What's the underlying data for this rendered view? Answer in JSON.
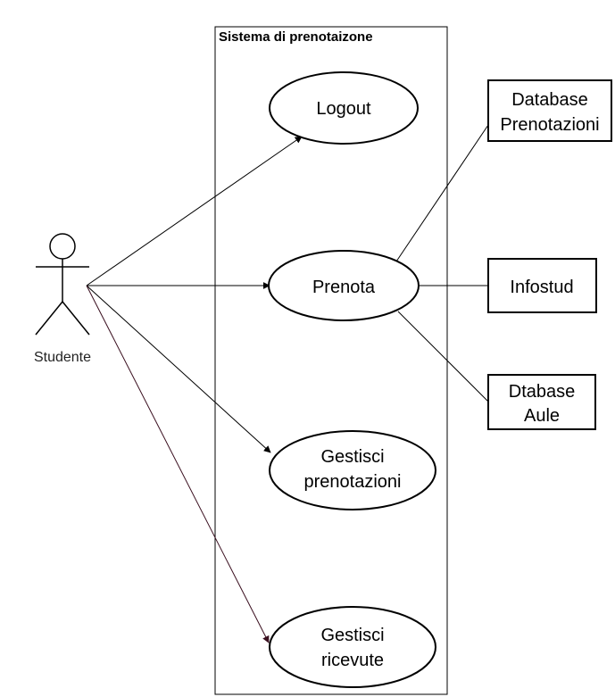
{
  "system": {
    "title": "Sistema di prenotaizone"
  },
  "actor": {
    "label": "Studente"
  },
  "use_cases": {
    "logout": [
      "Logout"
    ],
    "prenota": [
      "Prenota"
    ],
    "gestisci_prenotazioni": [
      "Gestisci",
      "prenotazioni"
    ],
    "gestisci_ricevute": [
      "Gestisci",
      "ricevute"
    ]
  },
  "external_systems": {
    "database_prenotazioni": [
      "Database",
      "Prenotazioni"
    ],
    "infostud": [
      "Infostud"
    ],
    "dtabase_aule": [
      "Dtabase",
      "Aule"
    ]
  },
  "colors": {
    "line": "#000000",
    "ricevute_line": "#3a0f1f"
  }
}
